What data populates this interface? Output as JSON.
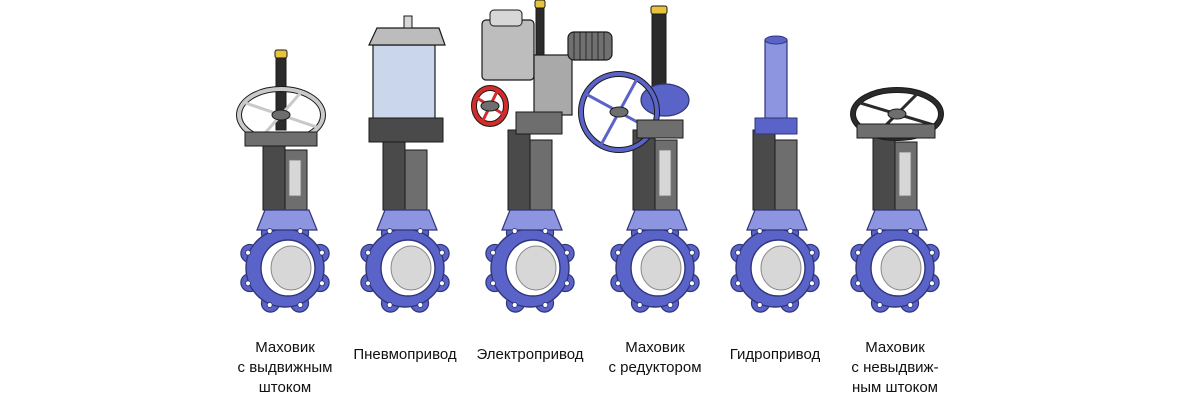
{
  "colors": {
    "body_blue": "#5a63c8",
    "body_blue_dark": "#2f3578",
    "body_blue_light": "#8e95e0",
    "housing_dark": "#4a4a4a",
    "housing_mid": "#6e6e6e",
    "metal_light": "#d7d7d7",
    "handwheel_dark": "#2b2b2b",
    "accent_yellow": "#e7c23a",
    "accent_red": "#d42b2b",
    "cylinder_glass": "#c9d6ec",
    "outline": "#1a1a1a"
  },
  "valves": [
    {
      "id": "handwheel-rising-stem",
      "actuator": "handwheel-rising",
      "caption_lines": [
        "Маховик",
        "с выдвижным",
        "штоком"
      ]
    },
    {
      "id": "pneumatic",
      "actuator": "pneumatic",
      "caption_lines": [
        "Пневмопривод"
      ]
    },
    {
      "id": "electric",
      "actuator": "electric",
      "caption_lines": [
        "Электропривод"
      ]
    },
    {
      "id": "handwheel-gearbox",
      "actuator": "gearbox",
      "caption_lines": [
        "Маховик",
        "с редуктором"
      ]
    },
    {
      "id": "hydraulic",
      "actuator": "hydraulic",
      "caption_lines": [
        "Гидропривод"
      ]
    },
    {
      "id": "handwheel-nonrising-stem",
      "actuator": "handwheel-nonrising",
      "caption_lines": [
        "Маховик",
        "с невыдвиж-",
        "ным штоком"
      ]
    }
  ]
}
